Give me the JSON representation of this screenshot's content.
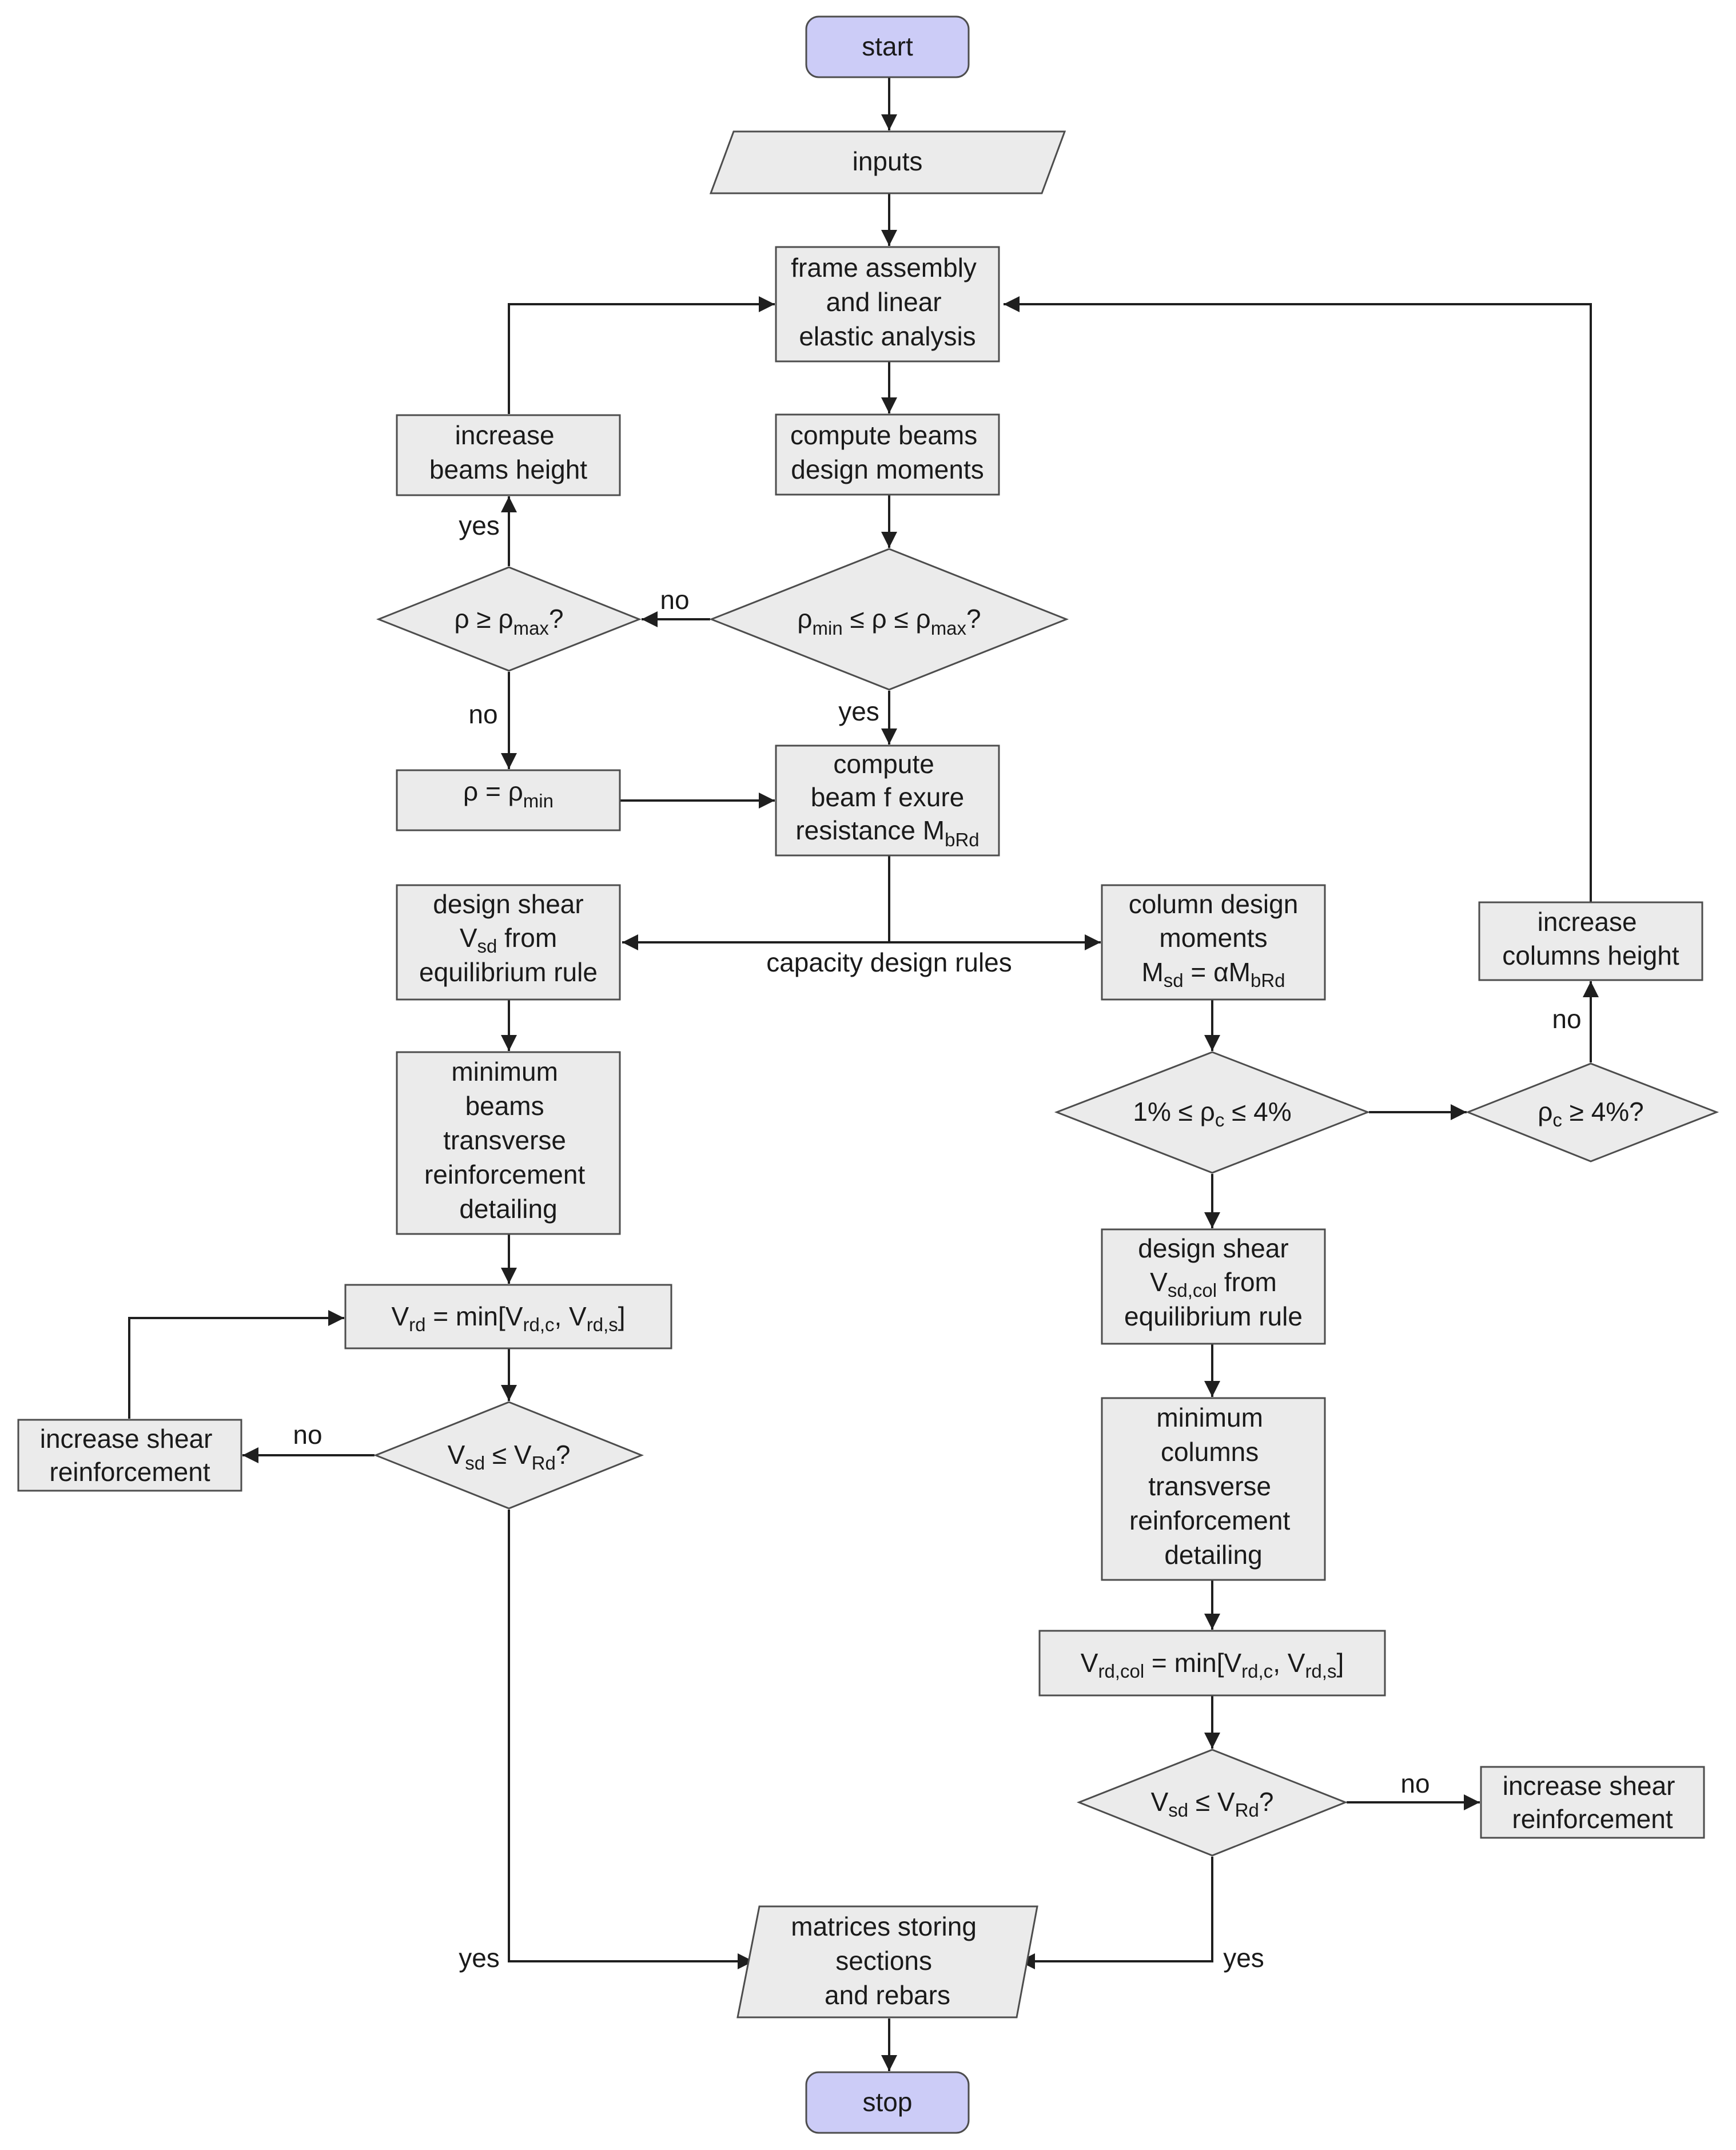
{
  "nodes": {
    "start": "start",
    "inputs": "inputs",
    "frame_assembly": [
      "frame assembly",
      "and linear",
      "elastic analysis"
    ],
    "compute_beams_moments": [
      "compute beams",
      "design moments"
    ],
    "rho_range_check": {
      "rho1": "ρ",
      "sub1": "min",
      "op1": " ≤ ",
      "rho2": "ρ",
      "op2": " ≤ ",
      "rho3": "ρ",
      "sub3": "max",
      "end": "?"
    },
    "rho_max_check": {
      "main": "ρ ≥ ρ",
      "sub": "max",
      "end": "?"
    },
    "increase_beams_height": [
      "increase",
      "beams height"
    ],
    "rho_set_min": {
      "main": "ρ  =  ρ",
      "sub": "min"
    },
    "compute_flexure": {
      "line1": "compute",
      "line2": "beam f exure",
      "line3": "resistance M",
      "sub3": "bRd"
    },
    "design_shear_beams": {
      "line1": "design shear",
      "line2_main": "V",
      "line2_sub": "sd",
      "line2_rest": " from",
      "line3": "equilibrium rule"
    },
    "min_beams_transverse": [
      "minimum",
      "beams",
      "transverse",
      "reinforcement",
      "detailing"
    ],
    "vrd_beams": {
      "a": "V",
      "a_sub": "rd",
      "b": "  =   min[V",
      "b_sub": "rd,c",
      "c": ", V",
      "c_sub": "rd,s",
      "d": "]"
    },
    "vsd_check_beams": {
      "a": "V",
      "a_sub": "sd",
      "b": " ≤ V",
      "b_sub": "Rd",
      "c": "?"
    },
    "increase_shear_left": [
      "increase shear",
      "reinforcement"
    ],
    "column_design_moments": {
      "line1": "column design",
      "line2": "moments",
      "line3_a": "M",
      "line3_a_sub": "sd",
      "line3_b": " = αM",
      "line3_b_sub": "bRd"
    },
    "rho_c_range_check": {
      "a": "1% ≤ ρ",
      "a_sub": "c",
      "b": " ≤ 4%"
    },
    "rho_c_max_check": {
      "a": "ρ",
      "a_sub": "c",
      "b": " ≥ 4%?"
    },
    "increase_columns_height": [
      "increase",
      "columns height"
    ],
    "design_shear_columns": {
      "line1": "design shear",
      "line2_main": "V",
      "line2_sub": "sd,col",
      "line2_rest": " from",
      "line3": "equilibrium rule"
    },
    "min_columns_transverse": [
      "minimum",
      "columns",
      "transverse",
      "reinforcement",
      "detailing"
    ],
    "vrd_columns": {
      "a": "V",
      "a_sub": "rd,col",
      "b": "  =   min[V",
      "b_sub": "rd,c",
      "c": ", V",
      "c_sub": "rd,s",
      "d": "]"
    },
    "vsd_check_columns": {
      "a": "V",
      "a_sub": "sd",
      "b": " ≤ V",
      "b_sub": "Rd",
      "c": "?"
    },
    "increase_shear_right": [
      "increase shear",
      "reinforcement"
    ],
    "matrices_storing": [
      "matrices storing",
      "sections",
      "and rebars"
    ],
    "stop": "stop"
  },
  "edge_labels": {
    "capacity_design_rules": "capacity design rules",
    "yes_increase_beams": "yes",
    "no_rho_range": "no",
    "yes_rho_range": "yes",
    "no_rho_max": "no",
    "no_vsd_beams": "no",
    "yes_vsd_beams": "yes",
    "no_rho_c_max": "no",
    "no_vsd_columns": "no",
    "yes_vsd_columns": "yes"
  },
  "colors": {
    "process_fill": "#ebebeb",
    "terminal_fill": "#ccccf7",
    "stroke": "#4d4d4d",
    "line": "#1f1f1f"
  }
}
